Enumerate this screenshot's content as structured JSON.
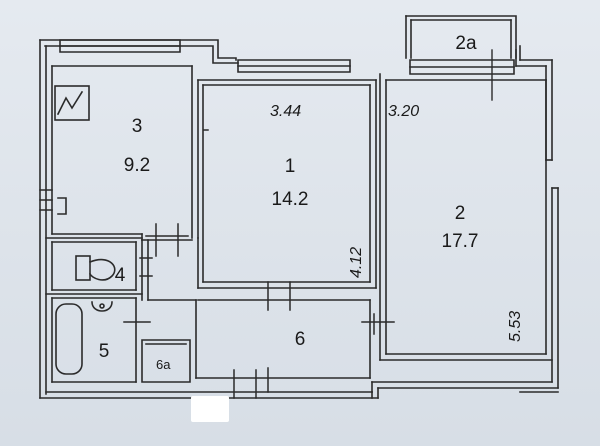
{
  "rooms": {
    "room_3": {
      "number": "3",
      "area": "9.2"
    },
    "room_1": {
      "number": "1",
      "area": "14.2"
    },
    "room_2": {
      "number": "2",
      "area": "17.7"
    },
    "room_2a": {
      "number": "2a"
    },
    "room_4": {
      "number": "4"
    },
    "room_5": {
      "number": "5"
    },
    "room_6": {
      "number": "6"
    },
    "room_6a": {
      "number": "6a"
    }
  },
  "dimensions": {
    "room1_width": "3.44",
    "room2_width": "3.20",
    "room1_depth": "4.12",
    "room2_depth": "5.53"
  },
  "colors": {
    "wall": "#2a2a2a",
    "paper": "#e2e7ee"
  }
}
